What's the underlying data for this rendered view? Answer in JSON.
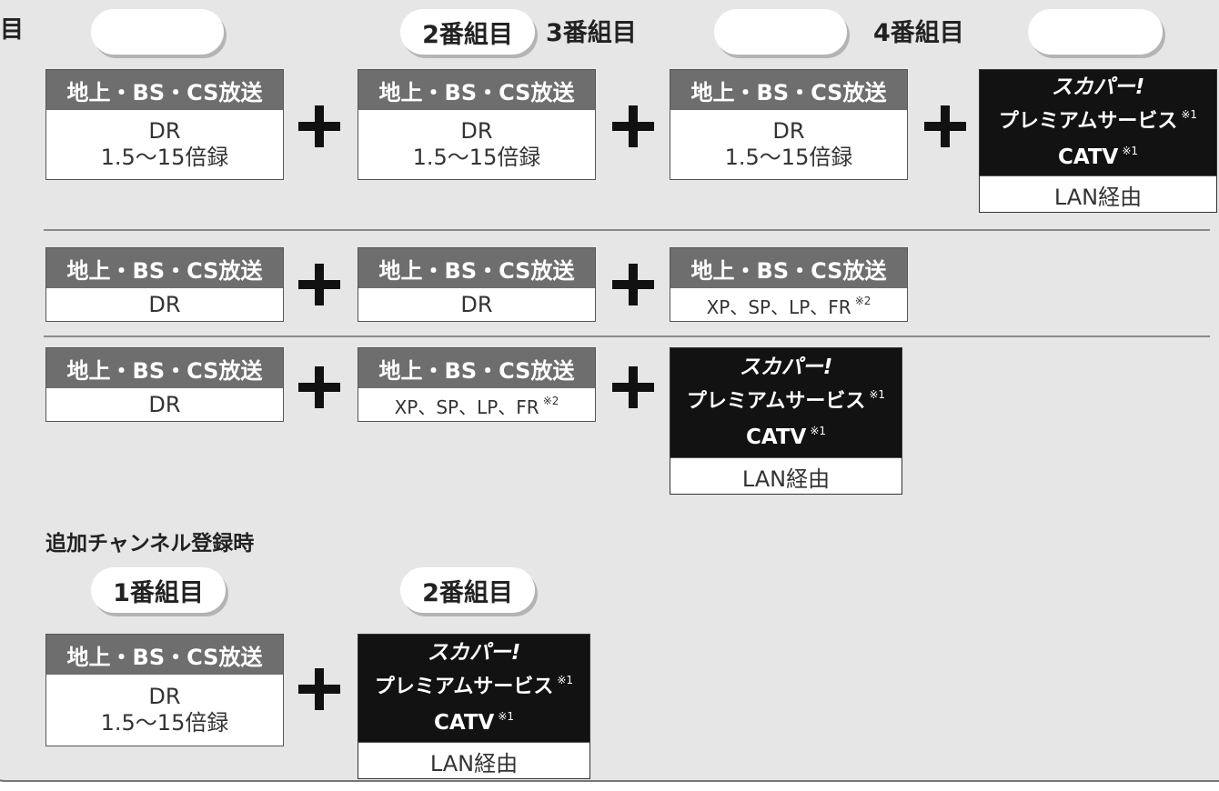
{
  "heading": {
    "char": "目"
  },
  "column_labels": {
    "pill2": "2番組目",
    "label3": "3番組目",
    "label4": "4番組目",
    "pill1": "1番組目"
  },
  "common": {
    "broadcast": "地上・BS・CS放送",
    "dr": "DR",
    "rate": "1.5〜15倍録",
    "xp_modes": "XP、SP、LP、FR",
    "note2": "※2",
    "note1": "※1",
    "skyperfect": "スカパー!",
    "premium": "プレミアムサービス",
    "catv": "CATV",
    "lan": "LAN経由"
  },
  "section_extra": {
    "title": "追加チャンネル登録時"
  },
  "colors": {
    "panel": "#e6e6e6",
    "header_gray": "#6e6e6e",
    "dark": "#121212"
  }
}
